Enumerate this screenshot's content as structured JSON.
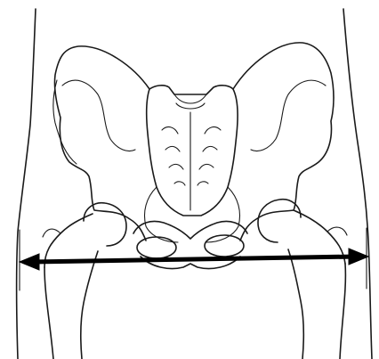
{
  "figure": {
    "subject": "pelvis-and-hips-frontal-outline",
    "line_color": "#1a1a1a",
    "measurement_color": "#000000",
    "background": "#ffffff",
    "measurement": {
      "type": "bi-trochanteric-width",
      "arrow_style": "double-headed"
    }
  }
}
